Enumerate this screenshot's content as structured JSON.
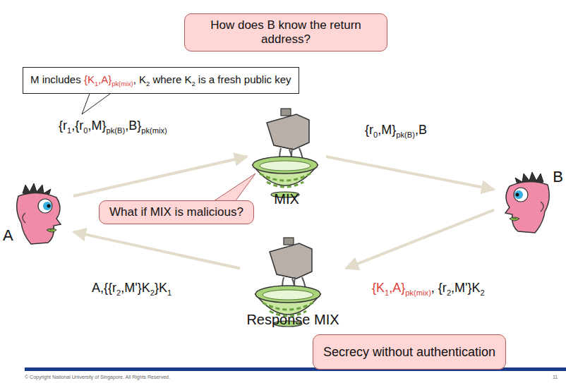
{
  "diagram": {
    "nodes": [
      {
        "text": [
          "How does B know the return address?"
        ]
      },
      {
        "text": [
          "M includes {K1,A}pk(mix), K2 where K2 is a fresh public key"
        ]
      },
      {
        "text": [
          "MIX"
        ]
      },
      {
        "text": [
          "A"
        ]
      },
      {
        "text": [
          "B"
        ]
      },
      {
        "text": [
          "What if MIX is malicious?"
        ]
      },
      {
        "text": [
          "Response MIX"
        ]
      },
      {
        "text": [
          "Secrecy without authentication"
        ]
      }
    ],
    "edges": [
      {
        "from": 3,
        "to": 2,
        "arrow": "to",
        "label": "{r1,{r0,M}pk(B),B}pk(mix)"
      },
      {
        "from": 2,
        "to": 4,
        "arrow": "to",
        "label": "{r0,M}pk(B),B"
      },
      {
        "from": 4,
        "to": 6,
        "arrow": "to",
        "label": "{K1,A}pk(mix), {r2,M'}K2"
      },
      {
        "from": 6,
        "to": 3,
        "arrow": "to",
        "label": "A,{{r2,M'}K2}K1"
      }
    ],
    "labels": [
      "© Copyright National University of Singapore. All Rights Reserved.",
      "11"
    ]
  }
}
